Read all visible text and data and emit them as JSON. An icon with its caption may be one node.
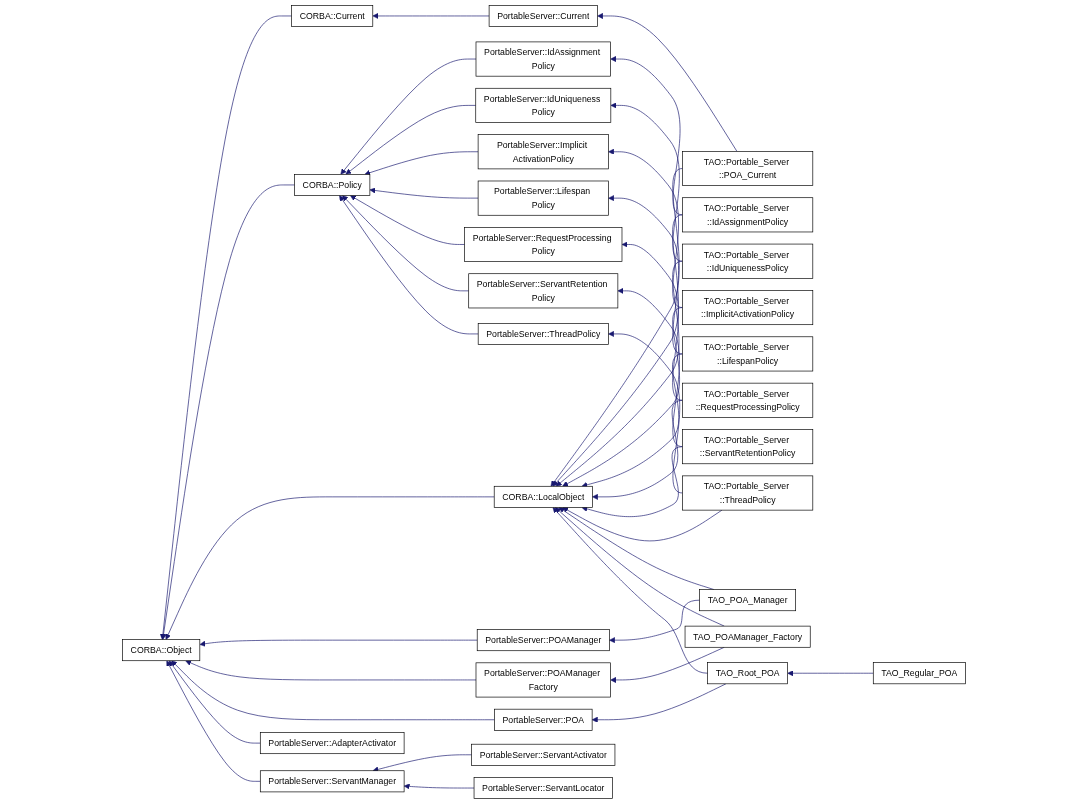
{
  "diagram": {
    "nodes": [
      {
        "text": [
          "CORBA::Object"
        ]
      },
      {
        "text": [
          "CORBA::Current"
        ]
      },
      {
        "text": [
          "CORBA::Policy"
        ]
      },
      {
        "text": [
          "CORBA::LocalObject"
        ]
      },
      {
        "text": [
          "PortableServer::Current"
        ]
      },
      {
        "text": [
          "PortableServer::IdAssignment Policy"
        ]
      },
      {
        "text": [
          "PortableServer::IdUniqueness Policy"
        ]
      },
      {
        "text": [
          "PortableServer::Implicit ActivationPolicy"
        ]
      },
      {
        "text": [
          "PortableServer::Lifespan Policy"
        ]
      },
      {
        "text": [
          "PortableServer::RequestProcessing Policy"
        ]
      },
      {
        "text": [
          "PortableServer::ServantRetention Policy"
        ]
      },
      {
        "text": [
          "PortableServer::ThreadPolicy"
        ]
      },
      {
        "text": [
          "PortableServer::POAManager"
        ]
      },
      {
        "text": [
          "PortableServer::POAManager Factory"
        ]
      },
      {
        "text": [
          "PortableServer::POA"
        ]
      },
      {
        "text": [
          "PortableServer::AdapterActivator"
        ]
      },
      {
        "text": [
          "PortableServer::ServantManager"
        ]
      },
      {
        "text": [
          "PortableServer::ServantActivator"
        ]
      },
      {
        "text": [
          "PortableServer::ServantLocator"
        ]
      },
      {
        "text": [
          "TAO::Portable_Server ::POA_Current"
        ]
      },
      {
        "text": [
          "TAO::Portable_Server ::IdAssignmentPolicy"
        ]
      },
      {
        "text": [
          "TAO::Portable_Server ::IdUniquenessPolicy"
        ]
      },
      {
        "text": [
          "TAO::Portable_Server ::ImplicitActivationPolicy"
        ]
      },
      {
        "text": [
          "TAO::Portable_Server ::LifespanPolicy"
        ]
      },
      {
        "text": [
          "TAO::Portable_Server ::RequestProcessingPolicy"
        ]
      },
      {
        "text": [
          "TAO::Portable_Server ::ServantRetentionPolicy"
        ]
      },
      {
        "text": [
          "TAO::Portable_Server ::ThreadPolicy"
        ]
      },
      {
        "text": [
          "TAO_POA_Manager"
        ]
      },
      {
        "text": [
          "TAO_POAManager_Factory"
        ]
      },
      {
        "text": [
          "TAO_Root_POA"
        ]
      },
      {
        "text": [
          "TAO_Regular_POA"
        ]
      }
    ],
    "edges": [
      {
        "from": 1,
        "to": 0,
        "arrow": "to"
      },
      {
        "from": 2,
        "to": 0,
        "arrow": "to"
      },
      {
        "from": 3,
        "to": 0,
        "arrow": "to"
      },
      {
        "from": 12,
        "to": 0,
        "arrow": "to"
      },
      {
        "from": 13,
        "to": 0,
        "arrow": "to"
      },
      {
        "from": 14,
        "to": 0,
        "arrow": "to"
      },
      {
        "from": 15,
        "to": 0,
        "arrow": "to"
      },
      {
        "from": 16,
        "to": 0,
        "arrow": "to"
      },
      {
        "from": 4,
        "to": 1,
        "arrow": "to"
      },
      {
        "from": 5,
        "to": 2,
        "arrow": "to"
      },
      {
        "from": 6,
        "to": 2,
        "arrow": "to"
      },
      {
        "from": 7,
        "to": 2,
        "arrow": "to"
      },
      {
        "from": 8,
        "to": 2,
        "arrow": "to"
      },
      {
        "from": 9,
        "to": 2,
        "arrow": "to"
      },
      {
        "from": 10,
        "to": 2,
        "arrow": "to"
      },
      {
        "from": 11,
        "to": 2,
        "arrow": "to"
      },
      {
        "from": 17,
        "to": 16,
        "arrow": "to"
      },
      {
        "from": 18,
        "to": 16,
        "arrow": "to"
      },
      {
        "from": 19,
        "to": 4,
        "arrow": "to"
      },
      {
        "from": 19,
        "to": 3,
        "arrow": "to"
      },
      {
        "from": 20,
        "to": 5,
        "arrow": "to"
      },
      {
        "from": 20,
        "to": 3,
        "arrow": "to"
      },
      {
        "from": 21,
        "to": 6,
        "arrow": "to"
      },
      {
        "from": 21,
        "to": 3,
        "arrow": "to"
      },
      {
        "from": 22,
        "to": 7,
        "arrow": "to"
      },
      {
        "from": 22,
        "to": 3,
        "arrow": "to"
      },
      {
        "from": 23,
        "to": 8,
        "arrow": "to"
      },
      {
        "from": 23,
        "to": 3,
        "arrow": "to"
      },
      {
        "from": 24,
        "to": 9,
        "arrow": "to"
      },
      {
        "from": 24,
        "to": 3,
        "arrow": "to"
      },
      {
        "from": 25,
        "to": 10,
        "arrow": "to"
      },
      {
        "from": 25,
        "to": 3,
        "arrow": "to"
      },
      {
        "from": 26,
        "to": 11,
        "arrow": "to"
      },
      {
        "from": 26,
        "to": 3,
        "arrow": "to"
      },
      {
        "from": 27,
        "to": 12,
        "arrow": "to"
      },
      {
        "from": 27,
        "to": 3,
        "arrow": "to"
      },
      {
        "from": 28,
        "to": 13,
        "arrow": "to"
      },
      {
        "from": 28,
        "to": 3,
        "arrow": "to"
      },
      {
        "from": 29,
        "to": 14,
        "arrow": "to"
      },
      {
        "from": 29,
        "to": 3,
        "arrow": "to"
      },
      {
        "from": 30,
        "to": 29,
        "arrow": "to"
      }
    ]
  }
}
